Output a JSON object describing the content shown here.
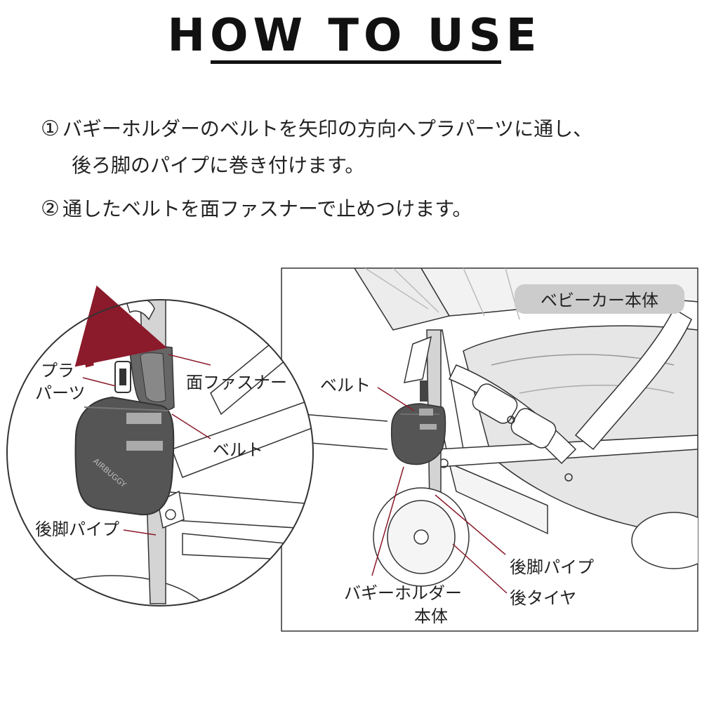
{
  "header": {
    "title": "HOW TO USE"
  },
  "steps": [
    {
      "number": "①",
      "line1": "バギーホルダーのベルトを矢印の方向へプラパーツに通し、",
      "line2": "後ろ脚のパイプに巻き付けます。"
    },
    {
      "number": "②",
      "line1": "通したベルトを面ファスナーで止めつけます。"
    }
  ],
  "diagram": {
    "detail_labels": {
      "plastic_part_1": "プラ",
      "plastic_part_2": "パーツ",
      "velcro": "面ファスナー",
      "belt": "ベルト",
      "rear_leg_pipe": "後脚パイプ",
      "brand": "AIRBUGGY"
    },
    "overview_labels": {
      "stroller_body": "ベビーカー本体",
      "belt": "ベルト",
      "rear_leg_pipe": "後脚パイプ",
      "rear_tire": "後タイヤ",
      "holder_body_1": "バギーホルダー",
      "holder_body_2": "本体"
    },
    "colors": {
      "accent": "#8b1a2b",
      "holder": "#555555",
      "badge": "#cccccc"
    }
  }
}
